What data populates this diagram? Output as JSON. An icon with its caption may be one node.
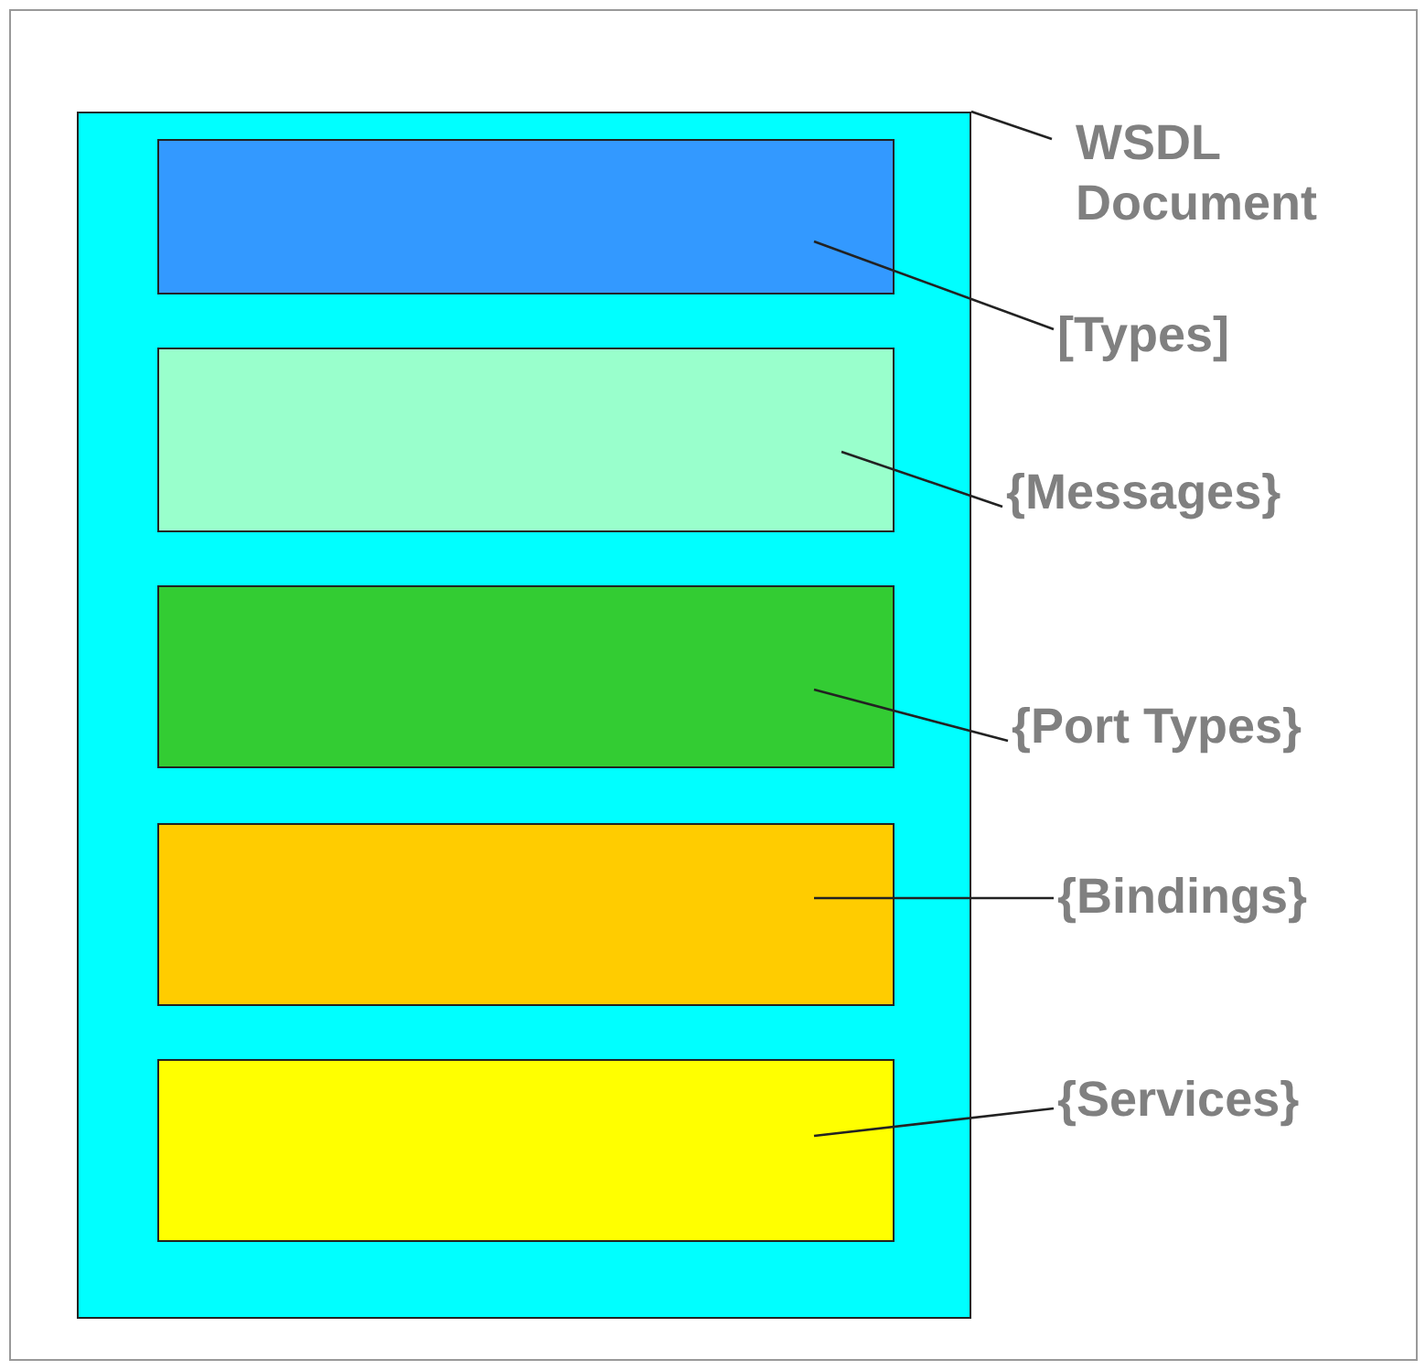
{
  "diagram": {
    "nodes": [
      {
        "text": [],
        "shape": "box"
      },
      {
        "text": [],
        "shape": "box",
        "in": 0
      },
      {
        "text": [],
        "shape": "box",
        "in": 0
      },
      {
        "text": [],
        "shape": "box",
        "in": 0
      },
      {
        "text": [],
        "shape": "box",
        "in": 0
      },
      {
        "text": [],
        "shape": "box",
        "in": 0
      },
      {
        "text": [
          "WSDL Document"
        ]
      },
      {
        "text": [
          "[Types]"
        ]
      },
      {
        "text": [
          "{Messages}"
        ]
      },
      {
        "text": [
          "{Port Types}"
        ]
      },
      {
        "text": [
          "{Bindings}"
        ]
      },
      {
        "text": [
          "{Services}"
        ]
      }
    ],
    "edges": [
      {
        "from": 6,
        "to": 0,
        "arrow": "none"
      },
      {
        "from": 7,
        "to": 1,
        "arrow": "none"
      },
      {
        "from": 8,
        "to": 2,
        "arrow": "none"
      },
      {
        "from": 9,
        "to": 3,
        "arrow": "none"
      },
      {
        "from": 10,
        "to": 4,
        "arrow": "none"
      },
      {
        "from": 11,
        "to": 5,
        "arrow": "none"
      }
    ]
  }
}
